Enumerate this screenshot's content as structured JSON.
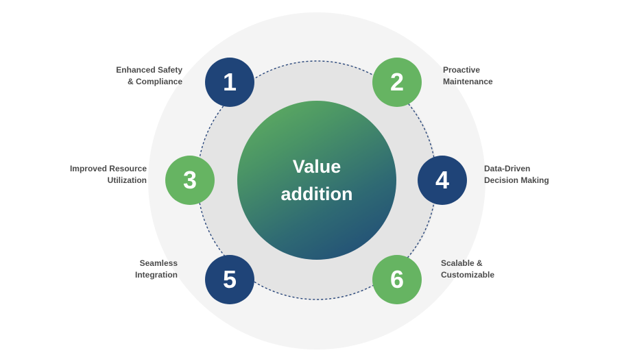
{
  "center": {
    "line1": "Value",
    "line2": "addition"
  },
  "items": [
    {
      "number": "1",
      "line1": "Enhanced Safety",
      "line2": "& Compliance",
      "color": "#1f4478"
    },
    {
      "number": "2",
      "line1": "Proactive",
      "line2": "Maintenance",
      "color": "#66b462"
    },
    {
      "number": "3",
      "line1": "Improved Resource",
      "line2": "Utilization",
      "color": "#66b462"
    },
    {
      "number": "4",
      "line1": "Data-Driven",
      "line2": "Decision Making",
      "color": "#1f4478"
    },
    {
      "number": "5",
      "line1": "Seamless",
      "line2": "Integration",
      "color": "#1f4478"
    },
    {
      "number": "6",
      "line1": "Scalable &",
      "line2": "Customizable",
      "color": "#66b462"
    }
  ]
}
